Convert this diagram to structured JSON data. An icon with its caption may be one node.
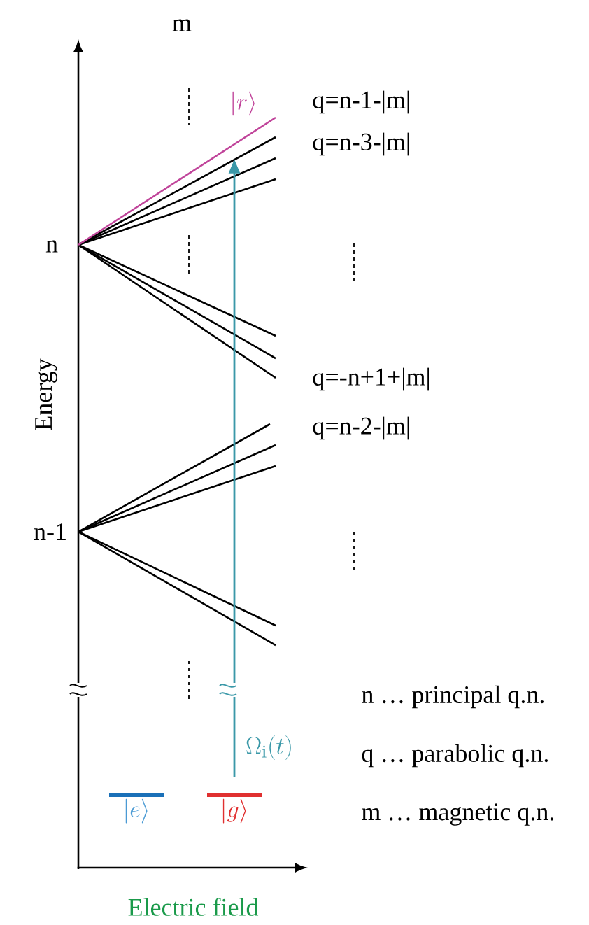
{
  "diagram": {
    "nodes": [
      {
        "text": [
          "|g\\rangle"
        ]
      },
      {
        "text": [
          "|e\\rangle"
        ]
      },
      {
        "text": [
          "|r\\rangle"
        ]
      }
    ],
    "edges": [
      {
        "from": 0,
        "to": 2,
        "arrow": "to",
        "label": "\\Omega_{\\mathrm{i}}(t)"
      }
    ],
    "labels": [
      "m",
      "q=n-1-|m|",
      "q=n-3-|m|",
      "n",
      "q=-n+1+|m|",
      "Energy",
      "q=n-2-|m|",
      "n-1",
      "n … principal q.n.",
      "q … parabolic q.n.",
      "m … magnetic q.n.",
      "Electric field"
    ]
  }
}
